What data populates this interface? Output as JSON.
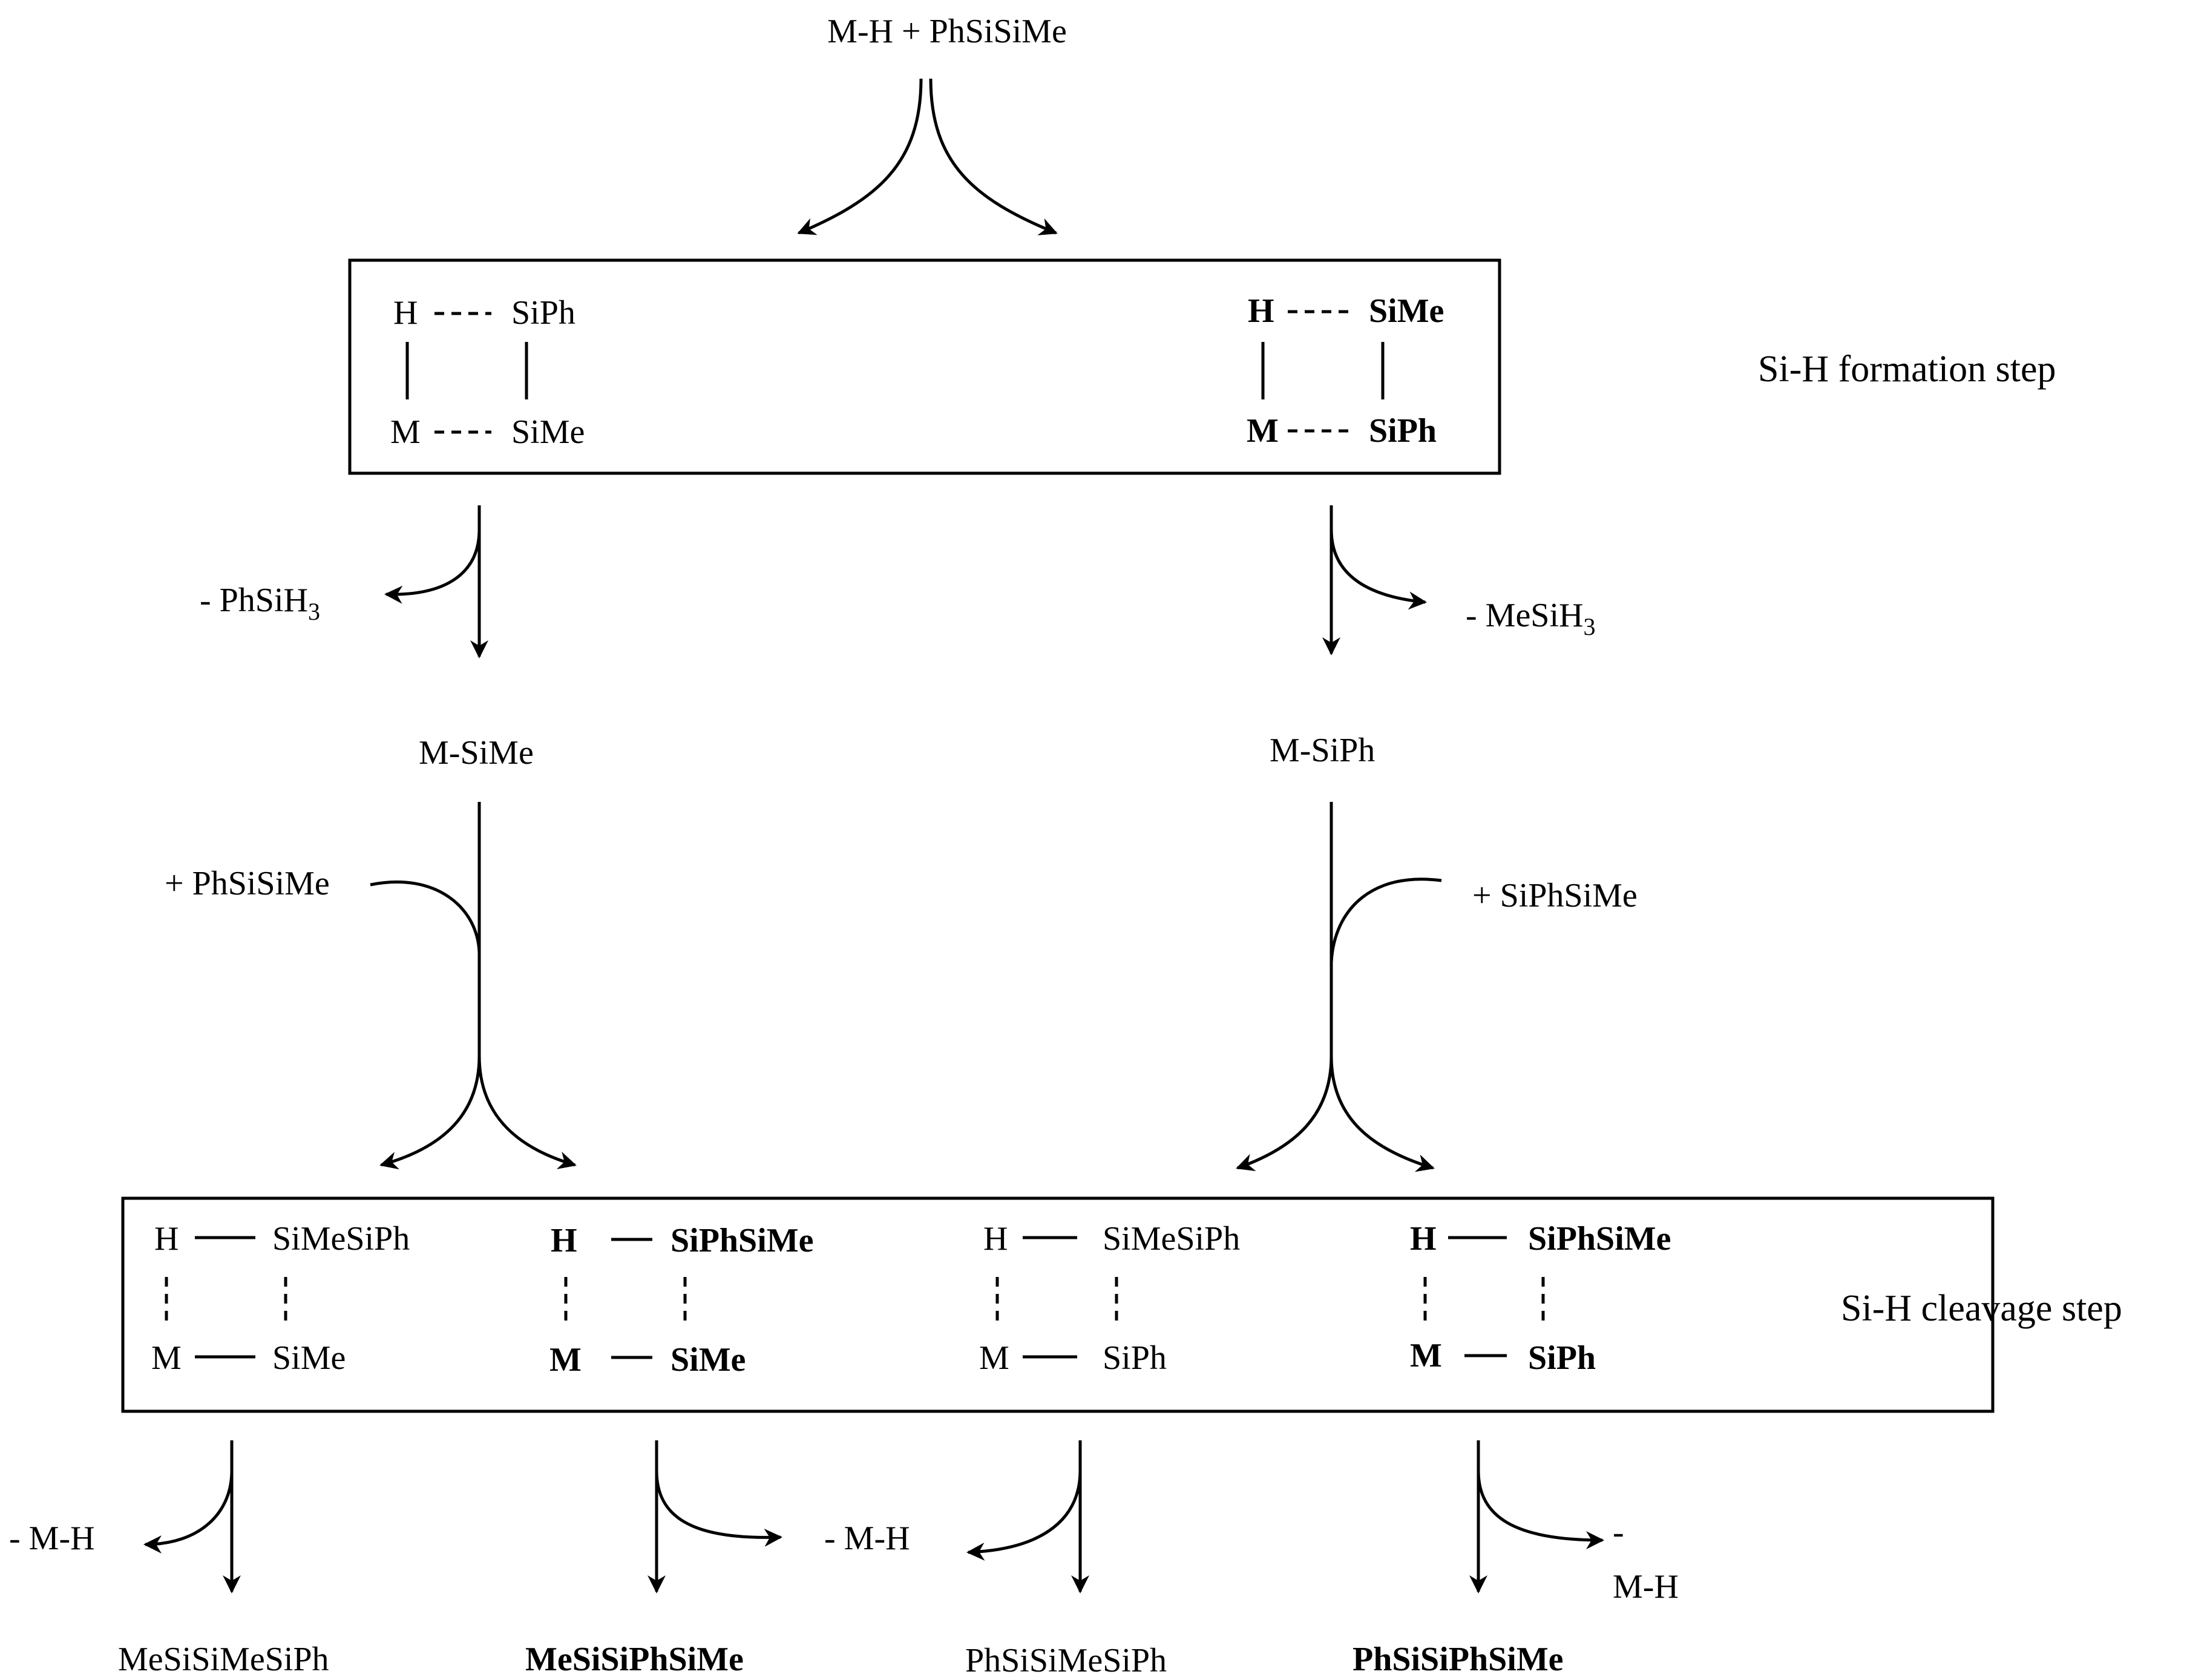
{
  "reactants": "M-H + PhSiSiMe",
  "steps": {
    "formation": "Si-H formation step",
    "cleavage": "Si-H cleavage step"
  },
  "formation_box": {
    "left": {
      "h": "H",
      "m": "M",
      "si_top": "SiPh",
      "si_bottom": "SiMe"
    },
    "right": {
      "h": "H",
      "m": "M",
      "si_top": "SiMe",
      "si_bottom": "SiPh"
    }
  },
  "eliminations": {
    "left": {
      "prefix": "- PhSiH",
      "sub": "3"
    },
    "right": {
      "prefix": "- MeSiH",
      "sub": "3"
    }
  },
  "intermediates": {
    "left": "M-SiMe",
    "right": "M-SiPh"
  },
  "additions": {
    "left": "+ PhSiSiMe",
    "right": "+ SiPhSiMe"
  },
  "cleavage_box": [
    {
      "h": "H",
      "m": "M",
      "si_top": "SiMeSiPh",
      "si_bottom": "SiMe",
      "bold": false
    },
    {
      "h": "H",
      "m": "M",
      "si_top": "SiPhSiMe",
      "si_bottom": "SiMe",
      "bold": true
    },
    {
      "h": "H",
      "m": "M",
      "si_top": "SiMeSiPh",
      "si_bottom": "SiPh",
      "bold": false
    },
    {
      "h": "H",
      "m": "M",
      "si_top": "SiPhSiMe",
      "si_bottom": "SiPh",
      "bold": true
    }
  ],
  "mh_losses": {
    "p1": "- M-H",
    "p2": "- M-H",
    "p3": "- M-H",
    "p4_line1": "-",
    "p4_line2": "M-H"
  },
  "products": [
    {
      "label": "MeSiSiMeSiPh",
      "bold": false
    },
    {
      "label": "MeSiSiPhSiMe",
      "bold": true
    },
    {
      "label": "PhSiSiMeSiPh",
      "bold": false
    },
    {
      "label": "PhSiSiPhSiMe",
      "bold": true
    }
  ]
}
